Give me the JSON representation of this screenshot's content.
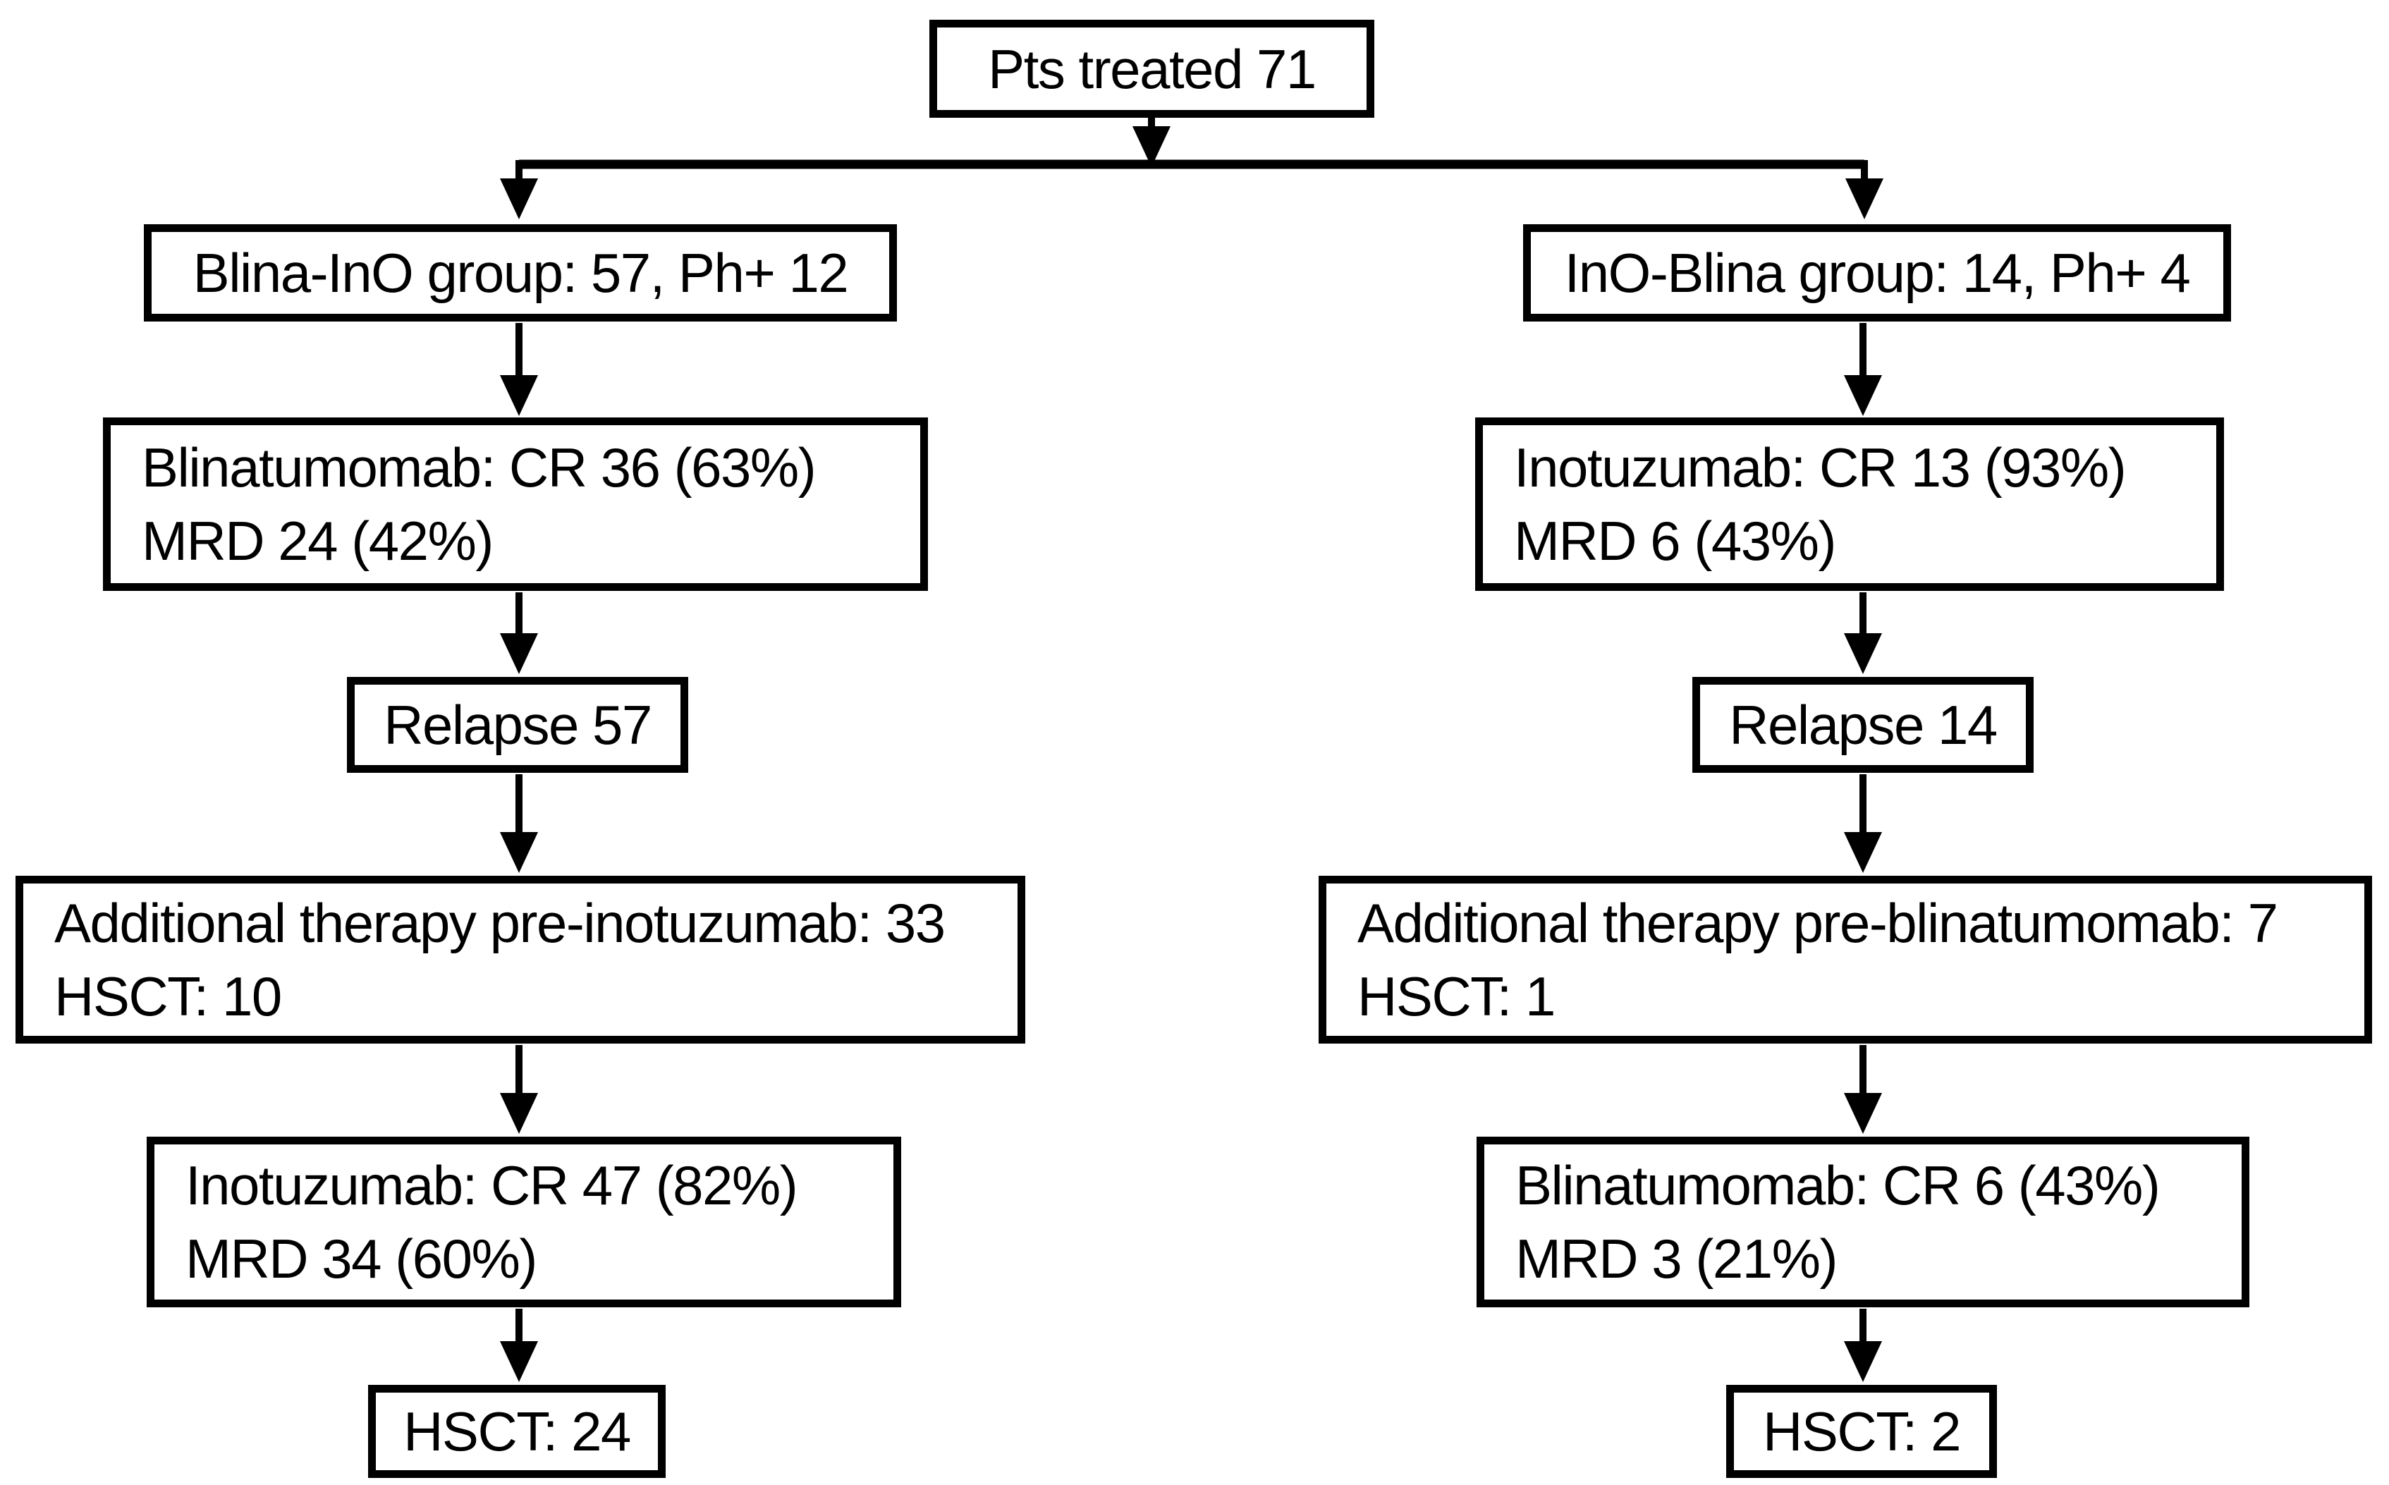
{
  "diagram": {
    "background": "#ffffff",
    "box_border_color": "#000000",
    "text_color": "#000000",
    "root": {
      "label": "Pts treated 71"
    },
    "left_branch": {
      "group": {
        "label": "Blina-InO group: 57, Ph+ 12"
      },
      "treatment1": {
        "line1": "Blinatumomab: CR 36 (63%)",
        "line2": "MRD 24 (42%)"
      },
      "relapse": {
        "label": "Relapse 57"
      },
      "additional_therapy": {
        "line1": "Additional therapy pre-inotuzumab: 33",
        "line2": "HSCT: 10"
      },
      "treatment2": {
        "line1": "Inotuzumab: CR 47 (82%)",
        "line2": "MRD 34 (60%)"
      },
      "hsct": {
        "label": "HSCT: 24"
      }
    },
    "right_branch": {
      "group": {
        "label": "InO-Blina group: 14, Ph+ 4"
      },
      "treatment1": {
        "line1": "Inotuzumab: CR 13 (93%)",
        "line2": "MRD 6 (43%)"
      },
      "relapse": {
        "label": "Relapse 14"
      },
      "additional_therapy": {
        "line1": "Additional therapy pre-blinatumomab: 7",
        "line2": "HSCT: 1"
      },
      "treatment2": {
        "line1": "Blinatumomab: CR 6 (43%)",
        "line2": "MRD 3 (21%)"
      },
      "hsct": {
        "label": "HSCT: 2"
      }
    }
  }
}
